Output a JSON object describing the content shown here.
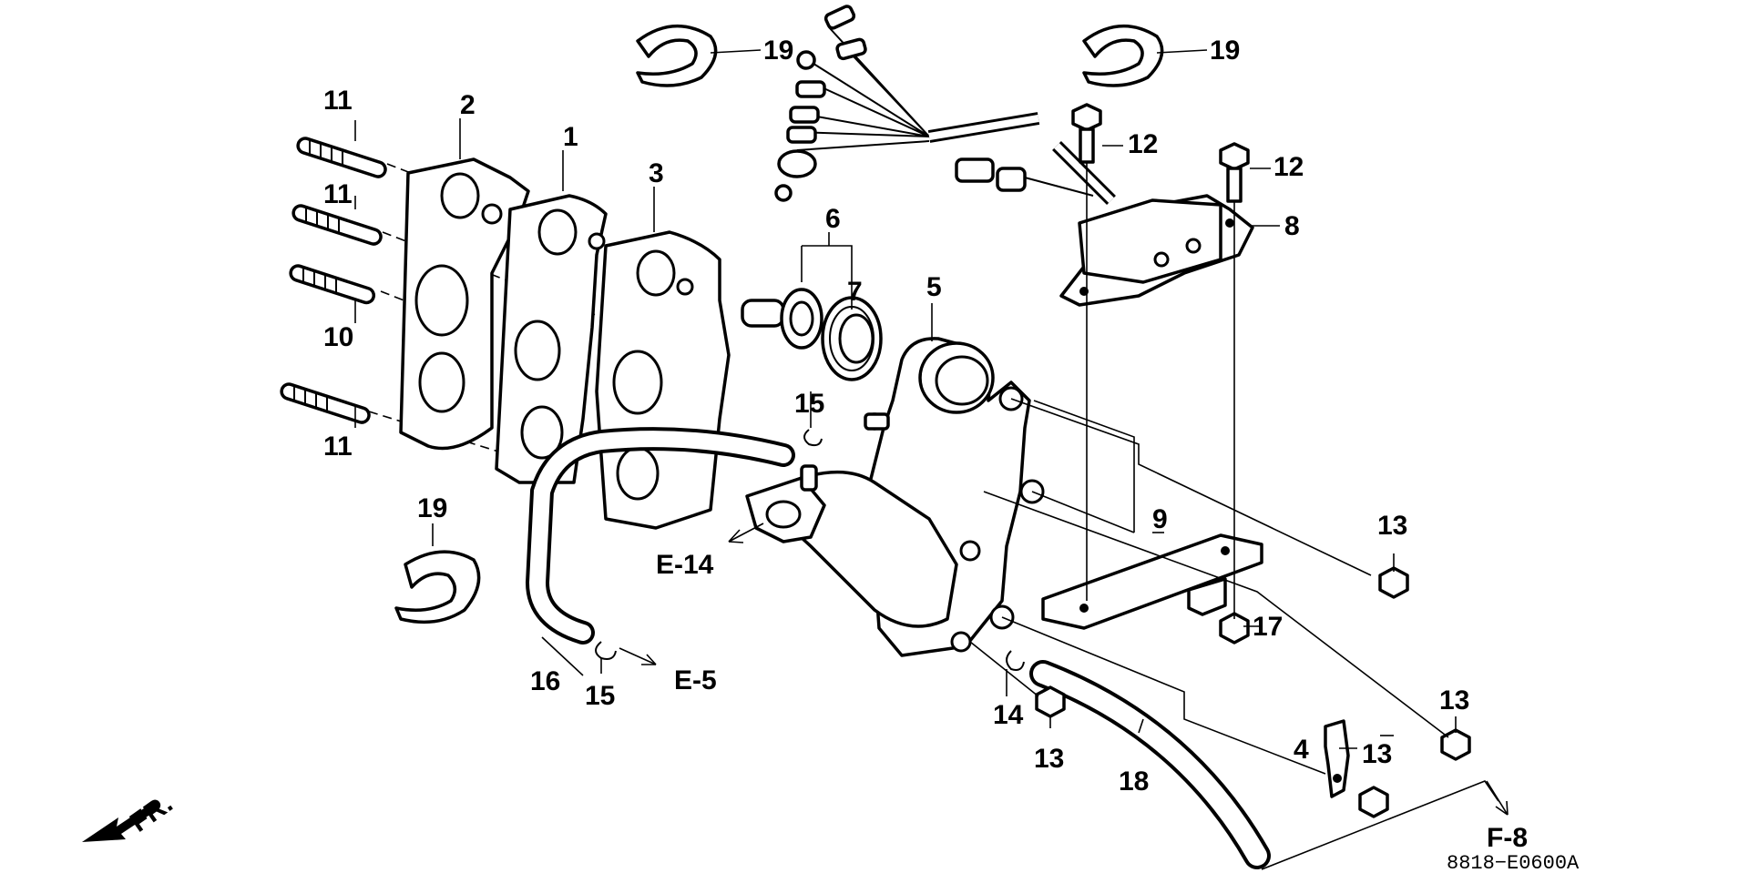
{
  "diagram_code": "8818−E0600A",
  "direction_label": "FR.",
  "refs": {
    "e14": "E-14",
    "e5": "E-5",
    "f8": "F-8"
  },
  "callouts": {
    "c1": "1",
    "c2": "2",
    "c3": "3",
    "c4": "4",
    "c5": "5",
    "c6": "6",
    "c7": "7",
    "c8": "8",
    "c9": "9",
    "c10": "10",
    "c11a": "11",
    "c11b": "11",
    "c11c": "11",
    "c12a": "12",
    "c12b": "12",
    "c13a": "13",
    "c13b": "13",
    "c13c": "13",
    "c13d": "13",
    "c14": "14",
    "c15a": "15",
    "c15b": "15",
    "c16": "16",
    "c17": "17",
    "c18": "18",
    "c19a": "19",
    "c19b": "19",
    "c19c": "19"
  }
}
